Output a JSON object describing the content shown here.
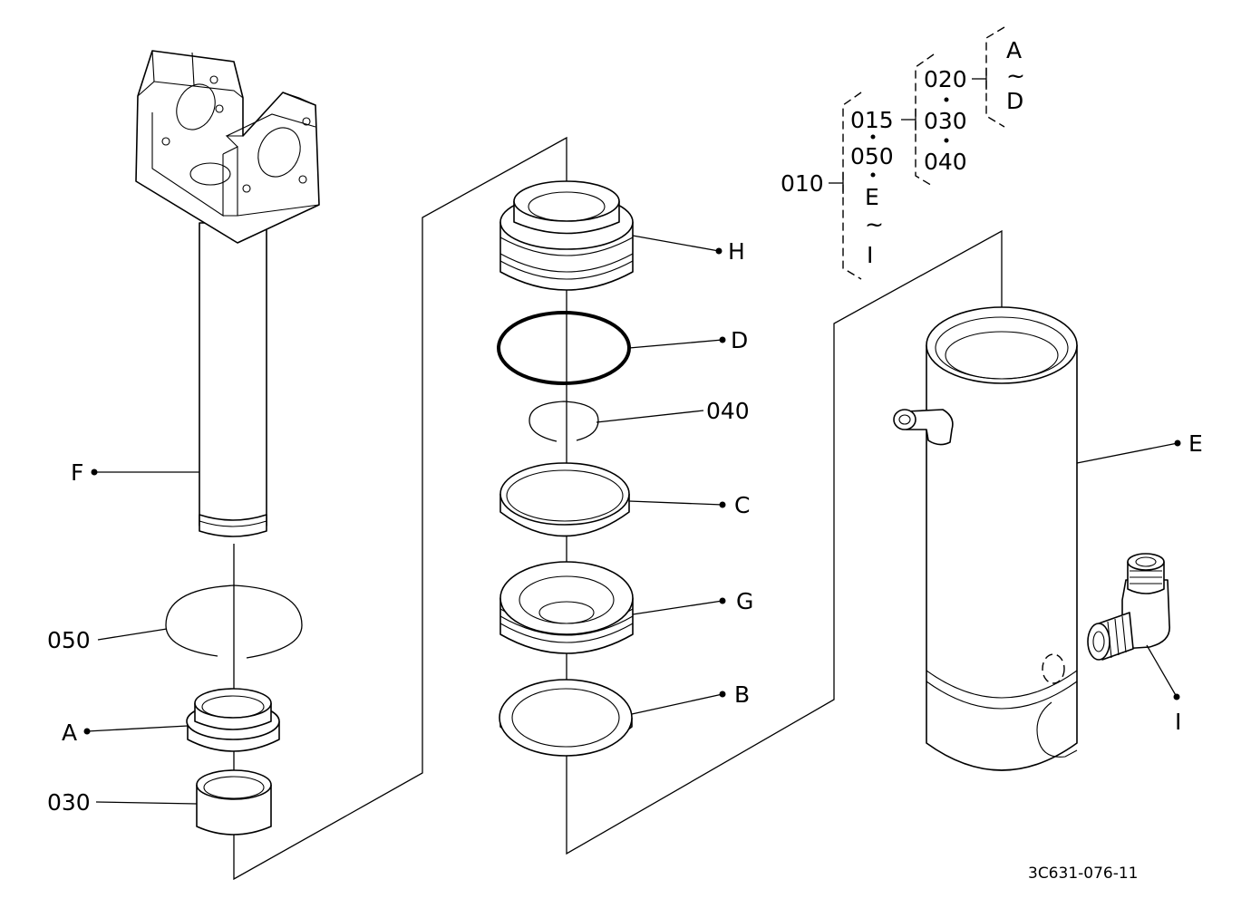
{
  "callouts": {
    "F": "F",
    "p050": "050",
    "A": "A",
    "p030": "030",
    "H": "H",
    "D": "D",
    "p040": "040",
    "C": "C",
    "G": "G",
    "B": "B",
    "E": "E",
    "I": "I"
  },
  "tree": {
    "root": "010",
    "level1": [
      "015",
      "050",
      "E",
      "~",
      "I"
    ],
    "level2": [
      "020",
      "030",
      "040"
    ],
    "level3": [
      "A",
      "~",
      "D"
    ]
  },
  "drawing_code": "3C631-076-11"
}
